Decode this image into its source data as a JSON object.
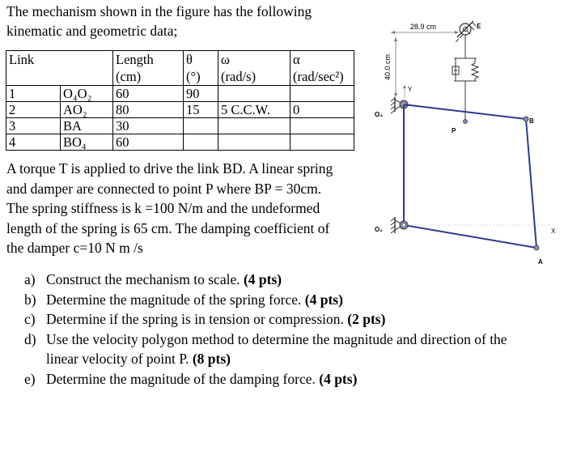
{
  "problem": {
    "intro_line1": "The mechanism shown in the figure has the following",
    "intro_line2": "kinematic and geometric data;",
    "table": {
      "headers": {
        "link": "Link",
        "length_line1": "Length",
        "length_line2": "(cm)",
        "theta_line1": "θ",
        "theta_line2": "(°)",
        "omega_line1": "ω",
        "omega_line2": "(rad/s)",
        "alpha_line1": "α",
        "alpha_line2": "(rad/sec²)"
      },
      "rows": [
        {
          "link": "1",
          "name": "O₄O₂",
          "length": "60",
          "theta": "90",
          "omega": "",
          "alpha": ""
        },
        {
          "link": "2",
          "name": "AO₂",
          "length": "80",
          "theta": "15",
          "omega": "5 C.C.W.",
          "alpha": "0"
        },
        {
          "link": "3",
          "name": "BA",
          "length": "30",
          "theta": "",
          "omega": "",
          "alpha": ""
        },
        {
          "link": "4",
          "name": "BO₄",
          "length": "60",
          "theta": "",
          "omega": "",
          "alpha": ""
        }
      ]
    },
    "body_lines": [
      "A torque T is applied to drive the link BD. A linear spring",
      "and damper are connected to point P where BP = 30cm.",
      "The spring stiffness is k =100 N/m and the undeformed",
      "length of the spring is 65 cm. The damping coefficient of",
      "the damper c=10 N m /s"
    ],
    "questions": [
      {
        "letter": "a)",
        "text": "Construct the mechanism to scale.",
        "pts": "(4 pts)"
      },
      {
        "letter": "b)",
        "text": "Determine the magnitude of the spring force.",
        "pts": "(4 pts)"
      },
      {
        "letter": "c)",
        "text": " Determine if the spring is in tension or compression.",
        "pts": "(2 pts)"
      },
      {
        "letter": "d)",
        "text": "Use the velocity polygon method to determine the magnitude and direction of the linear velocity of point P.",
        "pts": "(8 pts)"
      },
      {
        "letter": "e)",
        "text": "Determine the magnitude of the damping force.",
        "pts": "(4 pts)"
      }
    ]
  },
  "figure": {
    "dim_horizontal": "28.9 cm",
    "dim_vertical": "40.0 cm",
    "label_E": "E",
    "label_O4": "O₄",
    "label_O2": "O₂",
    "label_B": "B",
    "label_P": "P",
    "label_A": "A",
    "label_X": "X",
    "label_Y": "Y",
    "colors": {
      "link": "#2b3990",
      "joint": "#8b8bb0",
      "ground": "#333333"
    }
  }
}
